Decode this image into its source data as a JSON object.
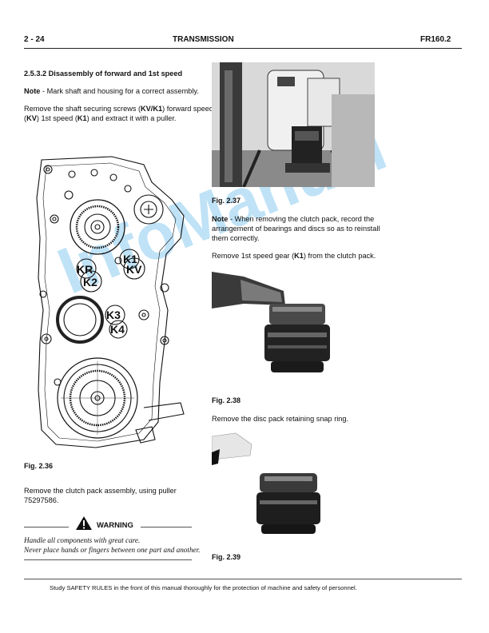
{
  "header": {
    "page_number": "2 - 24",
    "section": "TRANSMISSION",
    "model": "FR160.2"
  },
  "left": {
    "heading": "2.5.3.2 Disassembly of forward and 1st speed",
    "note_label": "Note",
    "note_text": " - Mark shaft and housing for a correct assembly.",
    "para_part1": "Remove the shaft securing screws (",
    "para_kvk1": "KV/K1",
    "para_part2": ") forward speed (",
    "para_kv": "KV",
    "para_part3": ") 1st speed (",
    "para_k1": "K1",
    "para_part4": ") and extract it with a puller.",
    "fig_caption": "Fig. 2.36",
    "diagram_labels": {
      "k1": "K1",
      "kv": "KV",
      "kr": "KR",
      "k2": "K2",
      "k3": "K3",
      "k4": "K4"
    },
    "remove_line1": "Remove the clutch pack assembly, using puller",
    "remove_line2": "75297586.",
    "warning_label": "WARNING",
    "warning_line1": "Handle all components with great care.",
    "warning_line2": "Never place hands or fingers between one part and another."
  },
  "right": {
    "fig37": "Fig. 2.37",
    "note2_label": "Note",
    "note2_text": " - When removing the clutch pack, record the arrangement of bearings and discs so as to reinstall them correctly.",
    "gear_part1": "Remove 1st speed gear (",
    "gear_k1": "K1",
    "gear_part2": ") from the clutch pack.",
    "fig38": "Fig. 2.38",
    "snap_ring": "Remove the disc pack retaining snap ring.",
    "fig39": "Fig. 2.39"
  },
  "footer": {
    "text": "Study SAFETY RULES in the front of this manual thoroughly for the protection of machine and safety of personnel."
  },
  "watermark": "InfoManual"
}
